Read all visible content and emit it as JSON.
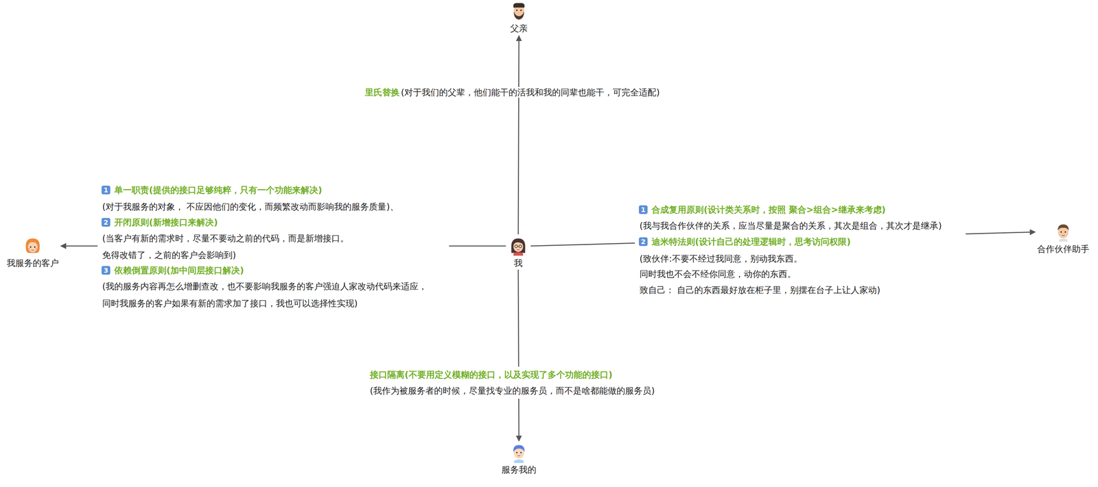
{
  "diagram": {
    "nodes": [
      {
        "text": [
          "父亲"
        ]
      },
      {
        "text": [
          "我服务的客户"
        ]
      },
      {
        "text": [
          "我"
        ]
      },
      {
        "text": [
          "合作伙伴助手"
        ]
      },
      {
        "text": [
          "服务我的"
        ]
      }
    ],
    "edges": [
      {
        "from": 2,
        "to": 0,
        "label": "里氏替换",
        "arrow": "to"
      },
      {
        "from": 2,
        "to": 1,
        "arrow": "to"
      },
      {
        "from": 2,
        "to": 3,
        "arrow": "to"
      },
      {
        "from": 2,
        "to": 4,
        "label": "接口隔离(不要用定义模糊的接口，以及实现了多个功能的接口)",
        "arrow": "to"
      }
    ],
    "labels": [
      "(对于我们的父辈，他们能干的活我和我的同辈也能干，可完全适配)",
      "1",
      "单一职责(提供的接口足够纯粹，只有一个功能来解决)",
      "(对于我服务的对象， 不应因他们的变化，而频繁改动而影响我的服务质量)、",
      "2",
      "开闭原则(新增接口来解决)",
      "(当客户有新的需求时，尽量不要动之前的代码，而是新增接口。",
      "免得改错了，之前的客户会影响到)",
      "3",
      "依赖倒置原则(加中间层接口解决)",
      "(我的服务内容再怎么增删查改，也不要影响我服务的客户强迫人家改动代码来适应，",
      "同时我服务的客户如果有新的需求加了接口，我也可以选择性实现)",
      "1",
      "合成复用原则(设计类关系时，按照 聚合>组合>继承来考虑)",
      "(我与我合作伙伴的关系，应当尽量是聚合的关系，其次是组合，其次才是继承)",
      "2",
      "迪米特法则(设计自己的处理逻辑时，思考访问权限)",
      "(致伙伴:不要不经过我同意，别动我东西。",
      "同时我也不会不经你同意，动你的东西。",
      "致自己： 自己的东西最好放在柜子里，别摆在台子上让人家动)",
      "(我作为被服务者的时候，尽量找专业的服务员，而不是啥都能做的服务员)"
    ]
  }
}
